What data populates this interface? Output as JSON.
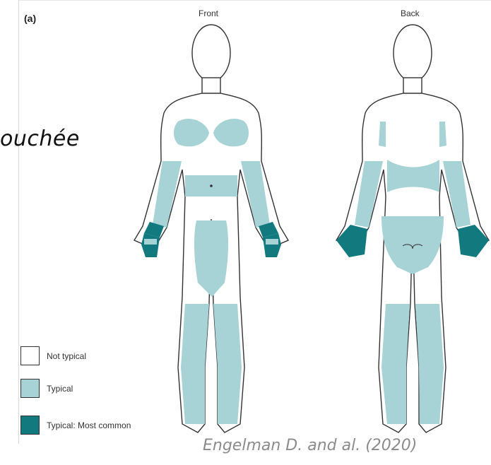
{
  "figure": {
    "panel_label": "(a)",
    "views": {
      "front": "Front",
      "back": "Back"
    },
    "background_text": "ouchée",
    "citation": "Engelman D. and al. (2020)"
  },
  "legend": [
    {
      "label": "Not typical",
      "color": "#ffffff"
    },
    {
      "label": "Typical",
      "color": "#a8d3d6"
    },
    {
      "label": "Typical: Most common",
      "color": "#127a7f"
    }
  ],
  "colors": {
    "outline": "#333333",
    "typical": "#a8d3d6",
    "most_common": "#127a7f"
  }
}
